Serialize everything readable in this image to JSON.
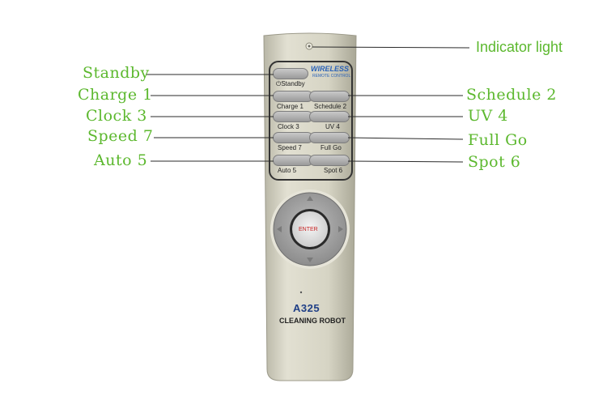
{
  "callouts": {
    "indicator": "Indicator light",
    "standby": "Standby",
    "charge": "Charge 1",
    "clock": "Clock 3",
    "speed": "Speed 7",
    "auto": "Auto 5",
    "schedule": "Schedule 2",
    "uv": "UV 4",
    "fullgo": "Full Go",
    "spot": "Spot 6"
  },
  "remote": {
    "brand": "WIRELESS",
    "brand_sub": "REMOTE CONTROL",
    "standby": "⏻Standby",
    "charge": "Charge 1",
    "schedule": "Schedule 2",
    "clock": "Clock  3",
    "uv": "UV   4",
    "speed": "Speed 7",
    "fullgo": "Full Go",
    "auto": "Auto   5",
    "spot": "Spot  6",
    "enter": "ENTER",
    "model": "A325",
    "subtitle": "CLEANING ROBOT"
  },
  "colors": {
    "label_green": "#5cb82e",
    "body": "#d8d6c8",
    "model_blue": "#1f3f86"
  }
}
